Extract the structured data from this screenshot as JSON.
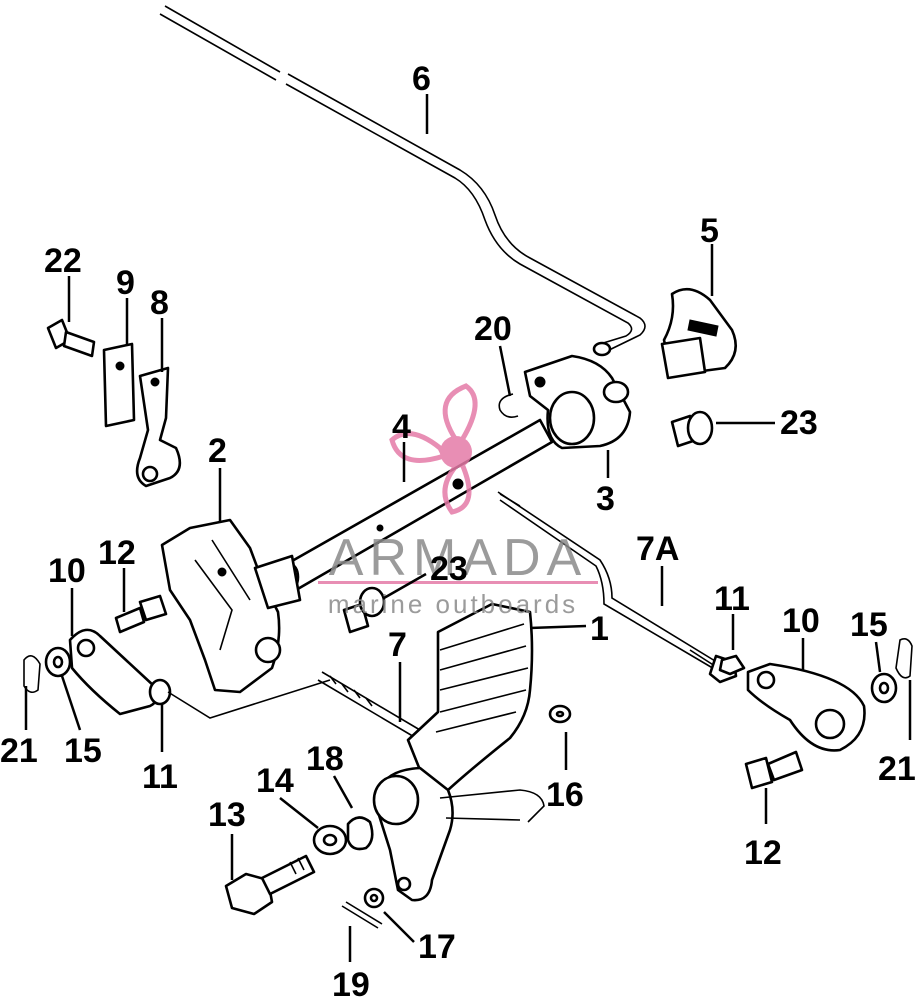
{
  "watermark": {
    "brand": "ARMADA",
    "tagline": "marine outboards",
    "color": "#e57ba7"
  },
  "callouts": {
    "c1": "1",
    "c2": "2",
    "c3": "3",
    "c4": "4",
    "c5": "5",
    "c6": "6",
    "c7": "7",
    "c7a": "7A",
    "c8": "8",
    "c9": "9",
    "c10_left": "10",
    "c10_right": "10",
    "c11_left": "11",
    "c11_right": "11",
    "c12_left": "12",
    "c12_right": "12",
    "c13": "13",
    "c14": "14",
    "c15_left": "15",
    "c15_right": "15",
    "c16": "16",
    "c17": "17",
    "c18": "18",
    "c19": "19",
    "c20": "20",
    "c21_left": "21",
    "c21_right": "21",
    "c22": "22",
    "c23_upper": "23",
    "c23_lower": "23"
  }
}
